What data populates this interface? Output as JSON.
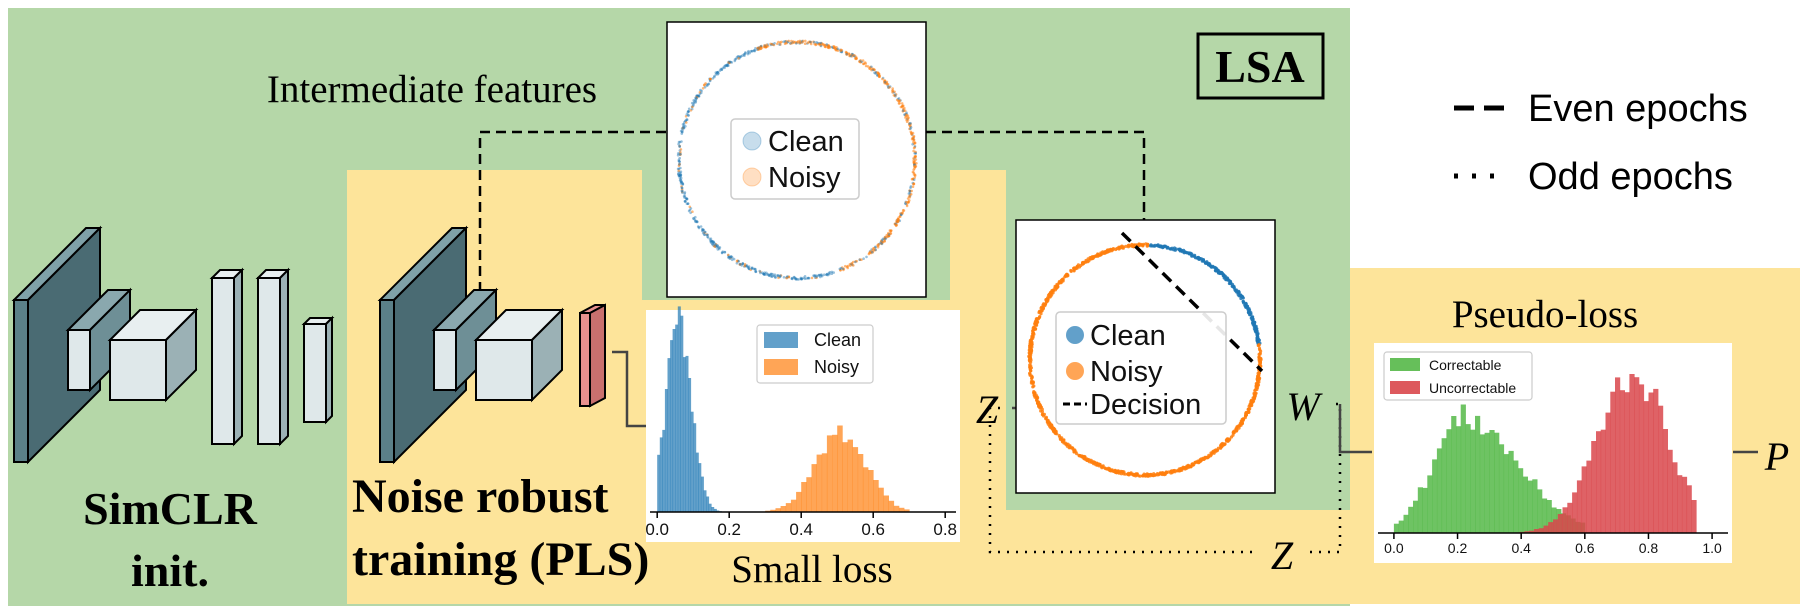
{
  "colors": {
    "green_bg": "#b5d7a8",
    "yellow_bg": "#fde49a",
    "cnn_dark": "#5b8088",
    "cnn_light": "#dfe8ea",
    "head_red": "#e8918f",
    "clean_blue": "#1f77b4",
    "noisy_orange": "#ff7f0e",
    "correctable_green": "#55b848",
    "uncorrectable_red": "#d9474b"
  },
  "labels": {
    "lsa": "LSA",
    "intermediate_features": "Intermediate features",
    "simclr_line1": "SimCLR",
    "simclr_line2": "init.",
    "pls_line1": "Noise robust",
    "pls_line2": "training (PLS)",
    "small_loss": "Small loss",
    "pseudo_loss": "Pseudo-loss",
    "z_left": "Z",
    "z_bottom": "Z",
    "w": "W",
    "p": "P"
  },
  "epoch_legend": {
    "even": "Even epochs",
    "odd": "Odd epochs"
  },
  "circle_plot_top": {
    "legend": [
      "Clean",
      "Noisy"
    ]
  },
  "circle_plot_right": {
    "legend": [
      "Clean",
      "Noisy",
      "Decision"
    ]
  },
  "chart_data": [
    {
      "type": "bar",
      "subtype": "histogram",
      "xlim": [
        -0.02,
        0.83
      ],
      "xticks": [
        "0.0",
        "0.2",
        "0.4",
        "0.6",
        "0.8"
      ],
      "legend_position": "top-center",
      "series": [
        {
          "name": "Clean",
          "color": "#1f77b4",
          "distribution": {
            "mean": 0.06,
            "std": 0.035,
            "range": [
              0.0,
              0.2
            ]
          }
        },
        {
          "name": "Noisy",
          "color": "#ff7f0e",
          "distribution": {
            "mean": 0.51,
            "std": 0.07,
            "range": [
              0.3,
              0.7
            ]
          }
        }
      ]
    },
    {
      "type": "bar",
      "subtype": "histogram",
      "xlim": [
        -0.05,
        1.05
      ],
      "xticks": [
        "0.0",
        "0.2",
        "0.4",
        "0.6",
        "0.8",
        "1.0"
      ],
      "legend_position": "top-left",
      "series": [
        {
          "name": "Correctable",
          "color": "#55b848",
          "distribution": {
            "mean": 0.22,
            "std": 0.12,
            "range": [
              0.0,
              0.6
            ]
          }
        },
        {
          "name": "Uncorrectable",
          "color": "#d9474b",
          "distribution": {
            "mean": 0.75,
            "std": 0.11,
            "range": [
              0.35,
              0.95
            ]
          }
        }
      ]
    }
  ]
}
